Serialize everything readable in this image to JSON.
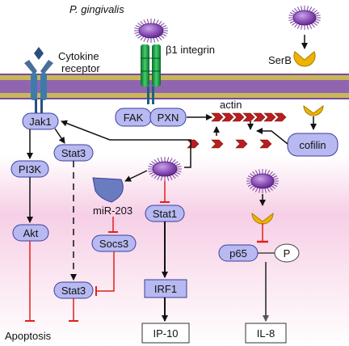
{
  "labels": {
    "organism": "P. gingivalis",
    "integrin": "β1 integrin",
    "cytokine_receptor_line1": "Cytokine",
    "cytokine_receptor_line2": "receptor",
    "serb": "SerB",
    "actin": "actin",
    "mir": "miR-203",
    "apoptosis": "Apoptosis"
  },
  "nodes": {
    "jak1": "Jak1",
    "fak": "FAK",
    "pxn": "PXN",
    "cofilin": "cofilin",
    "pi3k": "PI3K",
    "stat3_top": "Stat3",
    "akt": "Akt",
    "socs3": "Socs3",
    "stat3_bottom": "Stat3",
    "stat1": "Stat1",
    "irf1": "IRF1",
    "p65": "p65",
    "phospho": "P"
  },
  "outputs": {
    "ip10": "IP-10",
    "il8": "IL-8"
  },
  "colors": {
    "node_fill": "#b7b9f0",
    "node_stroke": "#3a3f9b",
    "bacteria": "#7a3fa3",
    "membrane": "#b6a24a",
    "inhibit": "#e0201c",
    "actin": "#b81f1f",
    "integrin": "#1c8f3c",
    "serb": "#f0b400"
  }
}
